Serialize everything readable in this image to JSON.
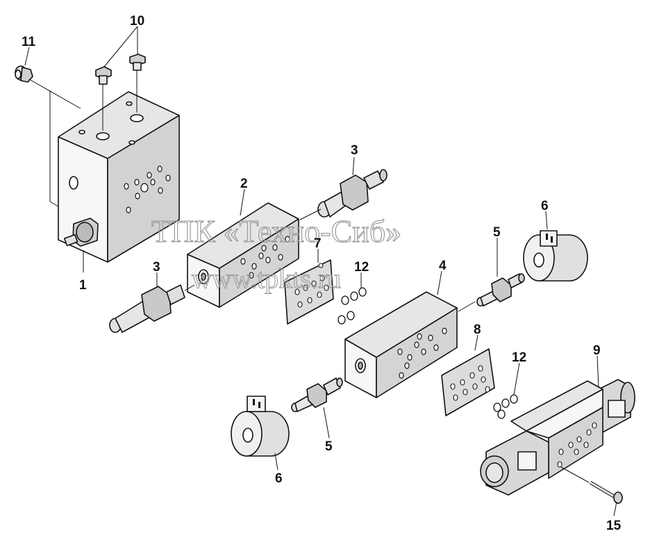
{
  "watermark": {
    "line1": "ТПК «Техно-Сиб»",
    "line2": "www.tpkts.ru"
  },
  "callouts": {
    "c1": "1",
    "c2": "2",
    "c3a": "3",
    "c3b": "3",
    "c4": "4",
    "c5a": "5",
    "c5b": "5",
    "c6a": "6",
    "c6b": "6",
    "c7": "7",
    "c8": "8",
    "c9": "9",
    "c10": "10",
    "c11": "11",
    "c12a": "12",
    "c12b": "12",
    "c15": "15"
  }
}
